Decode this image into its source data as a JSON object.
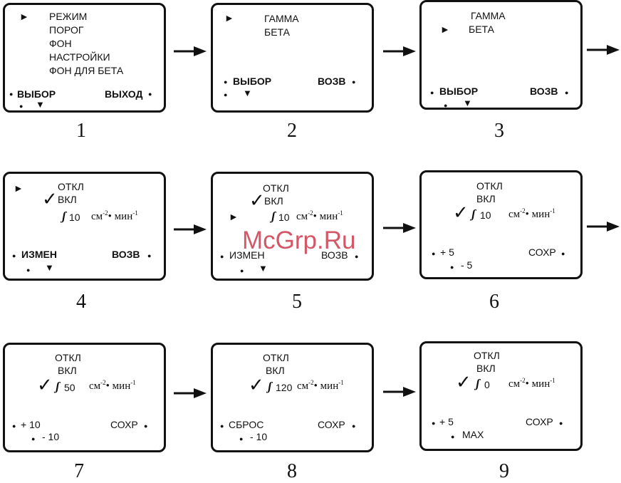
{
  "screens": [
    {
      "number": "1",
      "items": [
        "РЕЖИМ",
        "ПОРОГ",
        "ФОН",
        "НАСТРОЙКИ",
        "ФОН ДЛЯ БЕТА"
      ],
      "softkey_left": "ВЫБОР",
      "softkey_right": "ВЫХОД"
    },
    {
      "number": "2",
      "items": [
        "ГАММА",
        "БЕТА"
      ],
      "softkey_left": "ВЫБОР",
      "softkey_right": "ВОЗВ"
    },
    {
      "number": "3",
      "items": [
        "ГАММА",
        "БЕТА"
      ],
      "softkey_left": "ВЫБОР",
      "softkey_right": "ВОЗВ"
    },
    {
      "number": "4",
      "items": [
        "ОТКЛ",
        "ВКЛ"
      ],
      "value": "10",
      "softkey_left": "ИЗМЕН",
      "softkey_right": "ВОЗВ"
    },
    {
      "number": "5",
      "items": [
        "ОТКЛ",
        "ВКЛ"
      ],
      "value": "10",
      "softkey_left": "ИЗМЕН",
      "softkey_right": "ВОЗВ"
    },
    {
      "number": "6",
      "items": [
        "ОТКЛ",
        "ВКЛ"
      ],
      "value": "10",
      "softkey_left": "+ 5",
      "softkey_left2": "- 5",
      "softkey_right": "СОХР"
    },
    {
      "number": "7",
      "items": [
        "ОТКЛ",
        "ВКЛ"
      ],
      "value": "50",
      "softkey_left": "+ 10",
      "softkey_left2": "- 10",
      "softkey_right": "СОХР"
    },
    {
      "number": "8",
      "items": [
        "ОТКЛ",
        "ВКЛ"
      ],
      "value": "120",
      "softkey_left": "СБРОС",
      "softkey_left2": "- 10",
      "softkey_right": "СОХР"
    },
    {
      "number": "9",
      "items": [
        "ОТКЛ",
        "ВКЛ"
      ],
      "value": "0",
      "softkey_left": "+ 5",
      "softkey_left2": "MAX",
      "softkey_right": "СОХР"
    }
  ],
  "unit": {
    "cm": "см",
    "cm_exp": "-2",
    "sep": "•",
    "min": "мин",
    "min_exp": "-1"
  },
  "symbols": {
    "pointer": "►",
    "down": "▼",
    "dot": "●",
    "check": "✓",
    "integral": "ʃ"
  },
  "watermark": "McGrp.Ru"
}
